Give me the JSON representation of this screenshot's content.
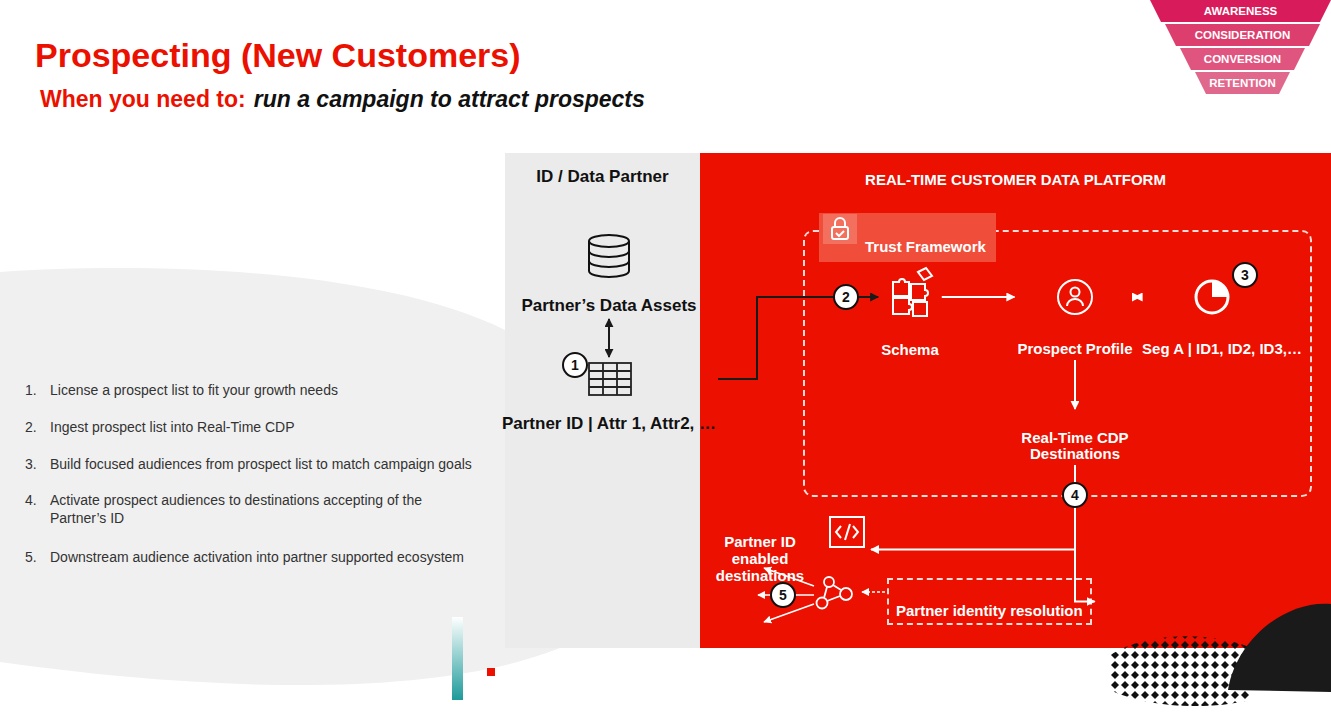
{
  "diagram": {
    "title": "Prospecting (New Customers)",
    "nodes": [
      {
        "text": [
          "AWARENESS"
        ]
      },
      {
        "text": [
          "CONSIDERATION"
        ]
      },
      {
        "text": [
          "CONVERSION"
        ]
      },
      {
        "text": [
          "RETENTION"
        ]
      },
      {
        "text": [
          "ID / Data Partner"
        ]
      },
      {
        "text": [
          "Partner’s Data Assets"
        ],
        "in": 4
      },
      {
        "text": [
          "Partner ID | Attr 1, Attr2, …"
        ],
        "in": 4
      },
      {
        "text": [
          "REAL-TIME CUSTOMER DATA PLATFORM"
        ]
      },
      {
        "text": [
          "Trust Framework"
        ],
        "in": 7
      },
      {
        "text": [
          "Schema"
        ],
        "in": 8
      },
      {
        "text": [
          "Prospect Profile"
        ],
        "in": 8
      },
      {
        "text": [
          "Seg A | ID1, ID2, ID3,…"
        ],
        "in": 8
      },
      {
        "text": [
          "Real-Time CDP Destinations"
        ],
        "in": 8
      },
      {
        "text": [
          "Partner ID enabled destinations"
        ],
        "in": 7
      },
      {
        "text": [
          "Partner identity resolution"
        ],
        "in": 7
      }
    ],
    "edges": [
      {
        "from": 5,
        "to": 6,
        "arrow": "both"
      },
      {
        "from": 6,
        "to": 9,
        "arrow": "to"
      },
      {
        "from": 9,
        "to": 10,
        "arrow": "to"
      },
      {
        "from": 10,
        "to": 11,
        "arrow": "both"
      },
      {
        "from": 10,
        "to": 12,
        "arrow": "to"
      },
      {
        "from": 12,
        "to": 13,
        "arrow": "to"
      },
      {
        "from": 12,
        "to": 14,
        "arrow": "to"
      }
    ],
    "labels": [
      "When you need to:",
      "run a campaign to attract prospects",
      "1.",
      "License a prospect list to fit your growth needs",
      "2.",
      "Ingest prospect list into Real-Time CDP",
      "3.",
      "Build focused audiences from prospect list to match campaign goals",
      "4.",
      "Activate prospect audiences to destinations accepting of the Partner’s ID",
      "5.",
      "Downstream audience activation into partner supported ecosystem",
      "1",
      "2",
      "3",
      "4",
      "5"
    ]
  }
}
